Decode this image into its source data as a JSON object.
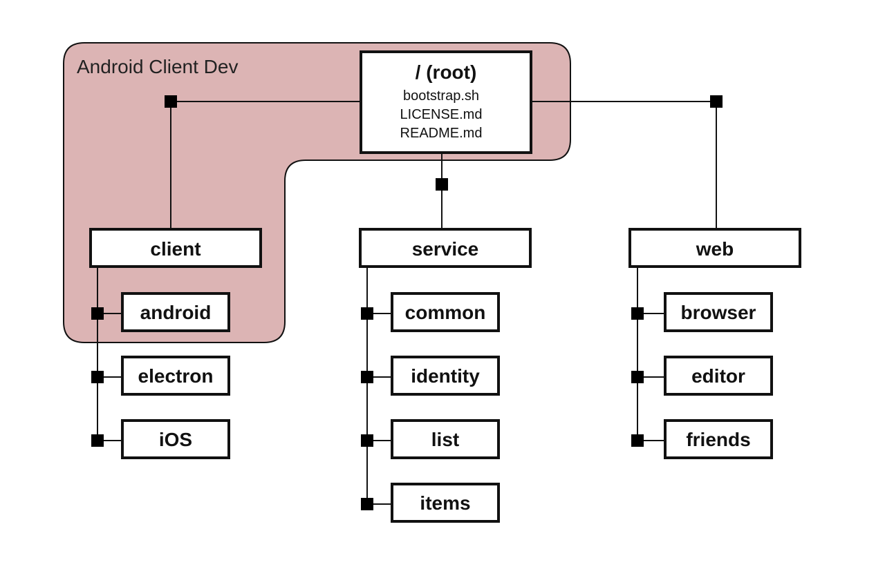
{
  "diagram": {
    "region": {
      "label": "Android Client Dev",
      "fill": "#dcb4b4"
    },
    "root": {
      "title": "/ (root)",
      "files": [
        "bootstrap.sh",
        "LICENSE.md",
        "README.md"
      ]
    },
    "groups": [
      {
        "name": "client",
        "children": [
          "android",
          "electron",
          "iOS"
        ]
      },
      {
        "name": "service",
        "children": [
          "common",
          "identity",
          "list",
          "items"
        ]
      },
      {
        "name": "web",
        "children": [
          "browser",
          "editor",
          "friends"
        ]
      }
    ]
  }
}
